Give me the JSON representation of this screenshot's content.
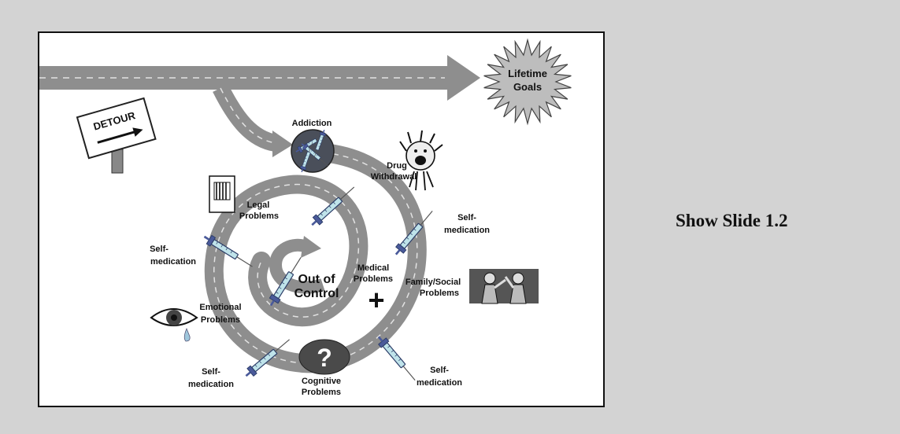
{
  "side_caption": "Show Slide 1.2",
  "diagram": {
    "goal": {
      "line1": "Lifetime",
      "line2": "Goals"
    },
    "detour_sign": "DETOUR",
    "labels": {
      "addiction": "Addiction",
      "drug_withdrawal": {
        "line1": "Drug",
        "line2": "Withdrawal"
      },
      "legal_problems": {
        "line1": "Legal",
        "line2": "Problems"
      },
      "self_med_right_upper": {
        "line1": "Self-",
        "line2": "medication"
      },
      "self_med_left": {
        "line1": "Self-",
        "line2": "medication"
      },
      "medical_problems": {
        "line1": "Medical",
        "line2": "Problems"
      },
      "family_social_problems": {
        "line1": "Family/Social",
        "line2": "Problems"
      },
      "emotional_problems": {
        "line1": "Emotional",
        "line2": "Problems"
      },
      "out_of_control": {
        "line1": "Out of",
        "line2": "Control"
      },
      "self_med_bottom_left": {
        "line1": "Self-",
        "line2": "medication"
      },
      "cognitive_problems": {
        "line1": "Cognitive",
        "line2": "Problems"
      },
      "self_med_bottom_right": {
        "line1": "Self-",
        "line2": "medication"
      },
      "question_mark": "?",
      "plus_sign": "+"
    }
  }
}
